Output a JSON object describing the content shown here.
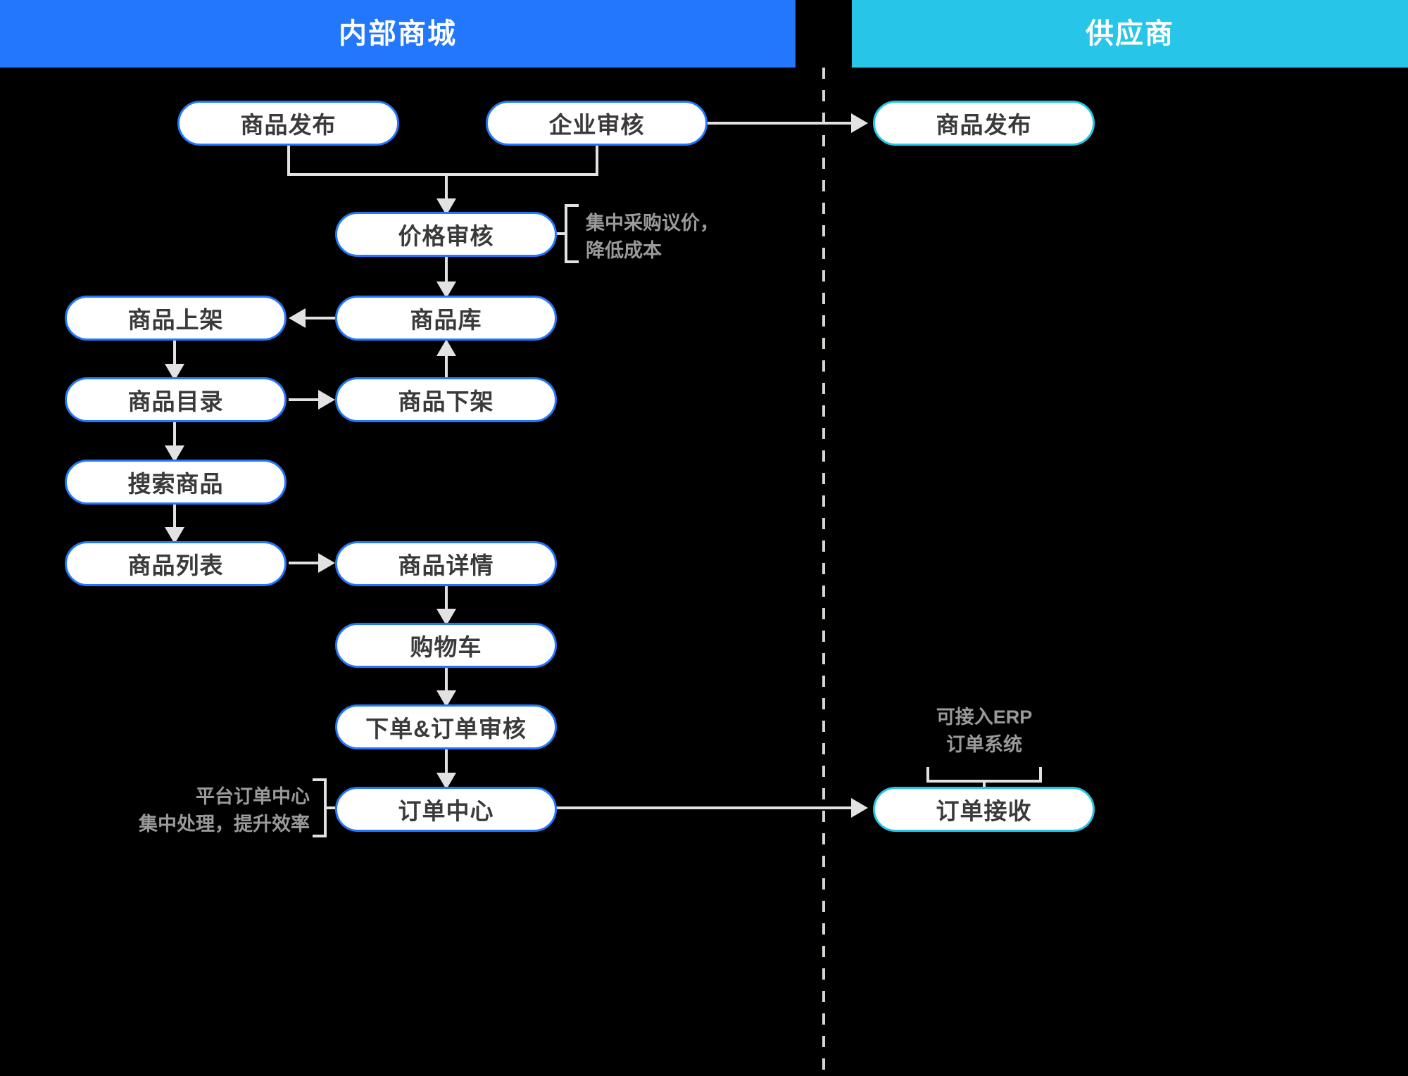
{
  "lanes": [
    {
      "id": "internal",
      "title": "内部商城",
      "color": "#2277fd"
    },
    {
      "id": "supplier",
      "title": "供应商",
      "color": "#27c6e8"
    }
  ],
  "nodes": {
    "product_publish_internal": "商品发布",
    "enterprise_review": "企业审核",
    "product_publish_supplier": "商品发布",
    "price_review": "价格审核",
    "product_repo": "商品库",
    "product_listing": "商品上架",
    "product_delisting": "商品下架",
    "product_catalog": "商品目录",
    "product_search": "搜索商品",
    "product_list": "商品列表",
    "product_detail": "商品详情",
    "shopping_cart": "购物车",
    "place_order_review": "下单&订单审核",
    "order_center": "订单中心",
    "order_receive": "订单接收"
  },
  "annotations": {
    "price_note": "集中采购议价，\n降低成本",
    "order_center_note": "平台订单中心\n集中处理，提升效率",
    "erp_note": "可接入ERP\n订单系统"
  },
  "colors": {
    "internal_lane": "#2277fd",
    "supplier_lane": "#27c6e8",
    "node_fill": "#ffffff",
    "node_text": "#3a3a3a",
    "connector": "#e2e2e2",
    "note_text": "#9a9a9a",
    "background": "#000000",
    "divider": "#d8d4d0"
  },
  "chart_data": {
    "type": "diagram",
    "title": "内部商城与供应商业务流程图",
    "lanes": [
      "内部商城",
      "供应商"
    ],
    "steps": [
      "商品发布",
      "企业审核",
      "价格审核",
      "商品库",
      "商品上架",
      "商品下架",
      "商品目录",
      "搜索商品",
      "商品列表",
      "商品详情",
      "购物车",
      "下单&订单审核",
      "订单中心",
      "商品发布",
      "订单接收"
    ],
    "edges": [
      {
        "from": "商品发布",
        "to": "价格审核"
      },
      {
        "from": "企业审核",
        "to": "价格审核"
      },
      {
        "from": "企业审核",
        "to": "商品发布(供应商)"
      },
      {
        "from": "价格审核",
        "to": "商品库"
      },
      {
        "from": "商品库",
        "to": "商品上架"
      },
      {
        "from": "商品上架",
        "to": "商品目录"
      },
      {
        "from": "商品目录",
        "to": "商品下架"
      },
      {
        "from": "商品下架",
        "to": "商品库"
      },
      {
        "from": "商品目录",
        "to": "搜索商品"
      },
      {
        "from": "搜索商品",
        "to": "商品列表"
      },
      {
        "from": "商品列表",
        "to": "商品详情"
      },
      {
        "from": "商品详情",
        "to": "购物车"
      },
      {
        "from": "购物车",
        "to": "下单&订单审核"
      },
      {
        "from": "下单&订单审核",
        "to": "订单中心"
      },
      {
        "from": "订单中心",
        "to": "订单接收"
      }
    ]
  }
}
